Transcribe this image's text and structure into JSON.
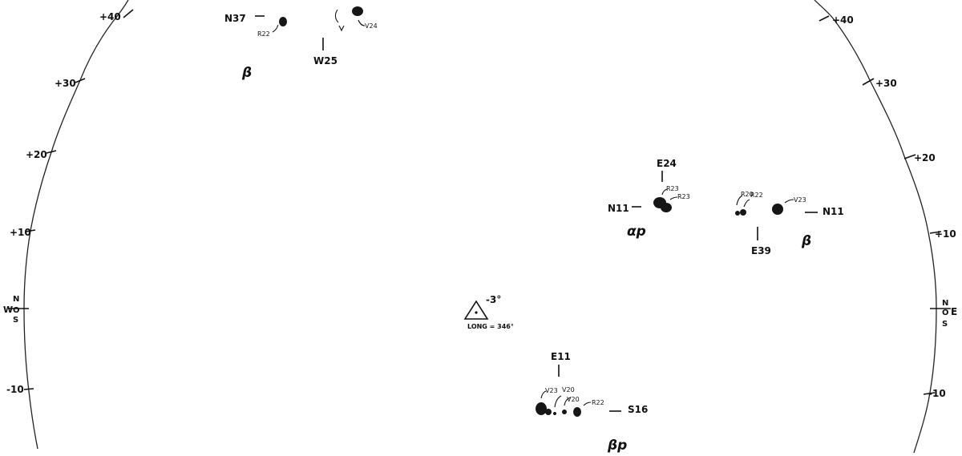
{
  "limb_scale": {
    "west": [
      "+40",
      "+30",
      "+20",
      "+10",
      "-10"
    ],
    "east": [
      "+40",
      "+30",
      "+20",
      "+10",
      "-10"
    ]
  },
  "cardinal": {
    "west": {
      "n": "N",
      "w": "W",
      "o": "O",
      "s": "S"
    },
    "east": {
      "n": "N",
      "o": "O",
      "e": "E",
      "s": "S"
    }
  },
  "center_marker": {
    "latitude": "-3°",
    "longitude": "LONG = 346°"
  },
  "groups": {
    "top_left": {
      "n_label": "N37",
      "r_label": "R22",
      "class": "β"
    },
    "top_mid": {
      "v_label": "V24",
      "w_label": "W25"
    },
    "mid": {
      "e_label": "E24",
      "n_label": "N11",
      "r1": "R23",
      "r2": "R23",
      "class": "αp"
    },
    "right": {
      "r1": "R20",
      "r2": "R22",
      "v_label": "V23",
      "n_label": "N11",
      "e_label": "E39",
      "class": "β"
    },
    "bottom": {
      "e_label": "E11",
      "v1": "V23",
      "v2": "V20",
      "v3": "V20",
      "r_label": "R22",
      "s_label": "S16",
      "class": "βp"
    }
  }
}
